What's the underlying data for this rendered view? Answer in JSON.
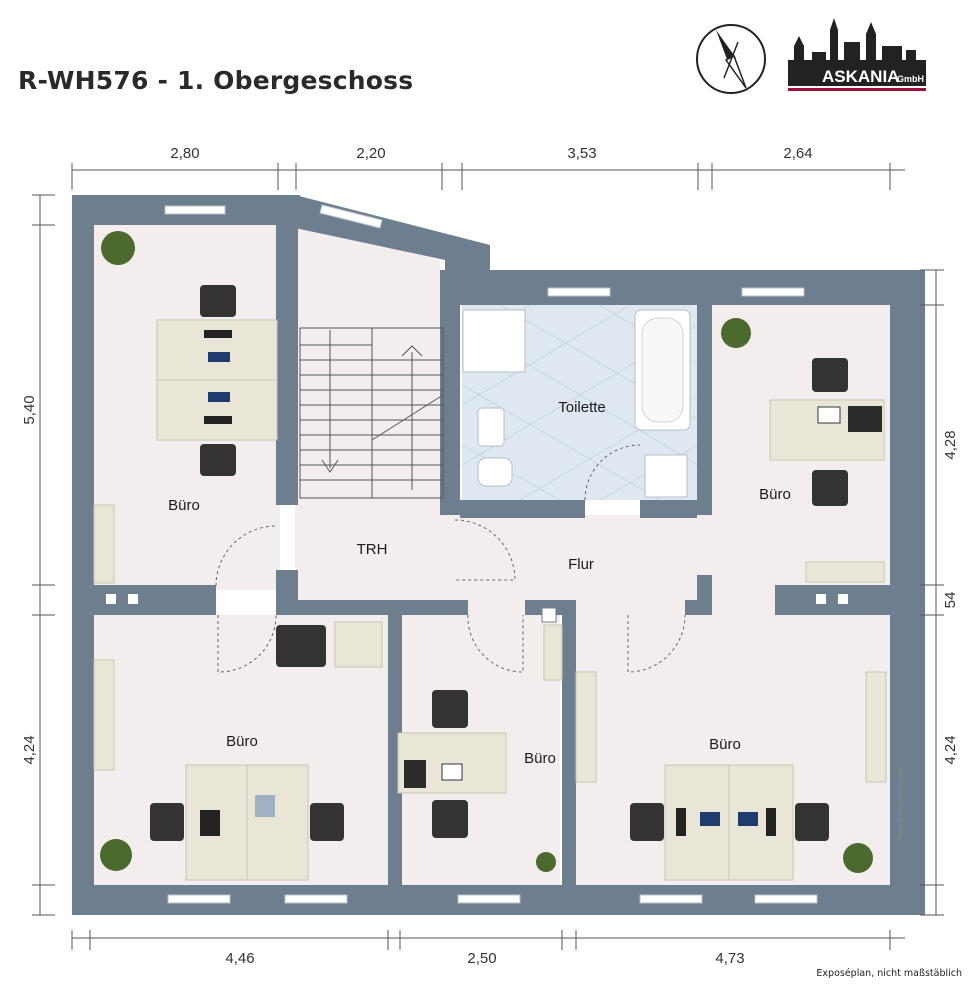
{
  "title": "R-WH576 - 1. Obergeschoss",
  "logo": {
    "brand": "ASKANIA",
    "suffix": "GmbH",
    "accent_color": "#a0103a"
  },
  "colors": {
    "wall": "#6d7f8e",
    "floor": "#f4eded",
    "tiles": "#dfe7f0"
  },
  "dimensions": {
    "top": [
      "2,80",
      "2,20",
      "3,53",
      "2,64"
    ],
    "bottom": [
      "4,46",
      "2,50",
      "4,73"
    ],
    "left": [
      "5,40",
      "4,24"
    ],
    "right": [
      "4,28",
      "54",
      "4,24"
    ]
  },
  "rooms": {
    "buero_top_left": "Büro",
    "trh": "TRH",
    "toilette": "Toilette",
    "buero_top_right": "Büro",
    "flur": "Flur",
    "buero_bottom_left": "Büro",
    "buero_bottom_middle": "Büro",
    "buero_bottom_right": "Büro"
  },
  "credit": "illustration©immoGrafik",
  "note": "Exposéplan, nicht maßstäblich",
  "icons": [
    "compass-icon",
    "castle-silhouette-icon",
    "plant-icon",
    "chair-icon",
    "desk-icon"
  ]
}
